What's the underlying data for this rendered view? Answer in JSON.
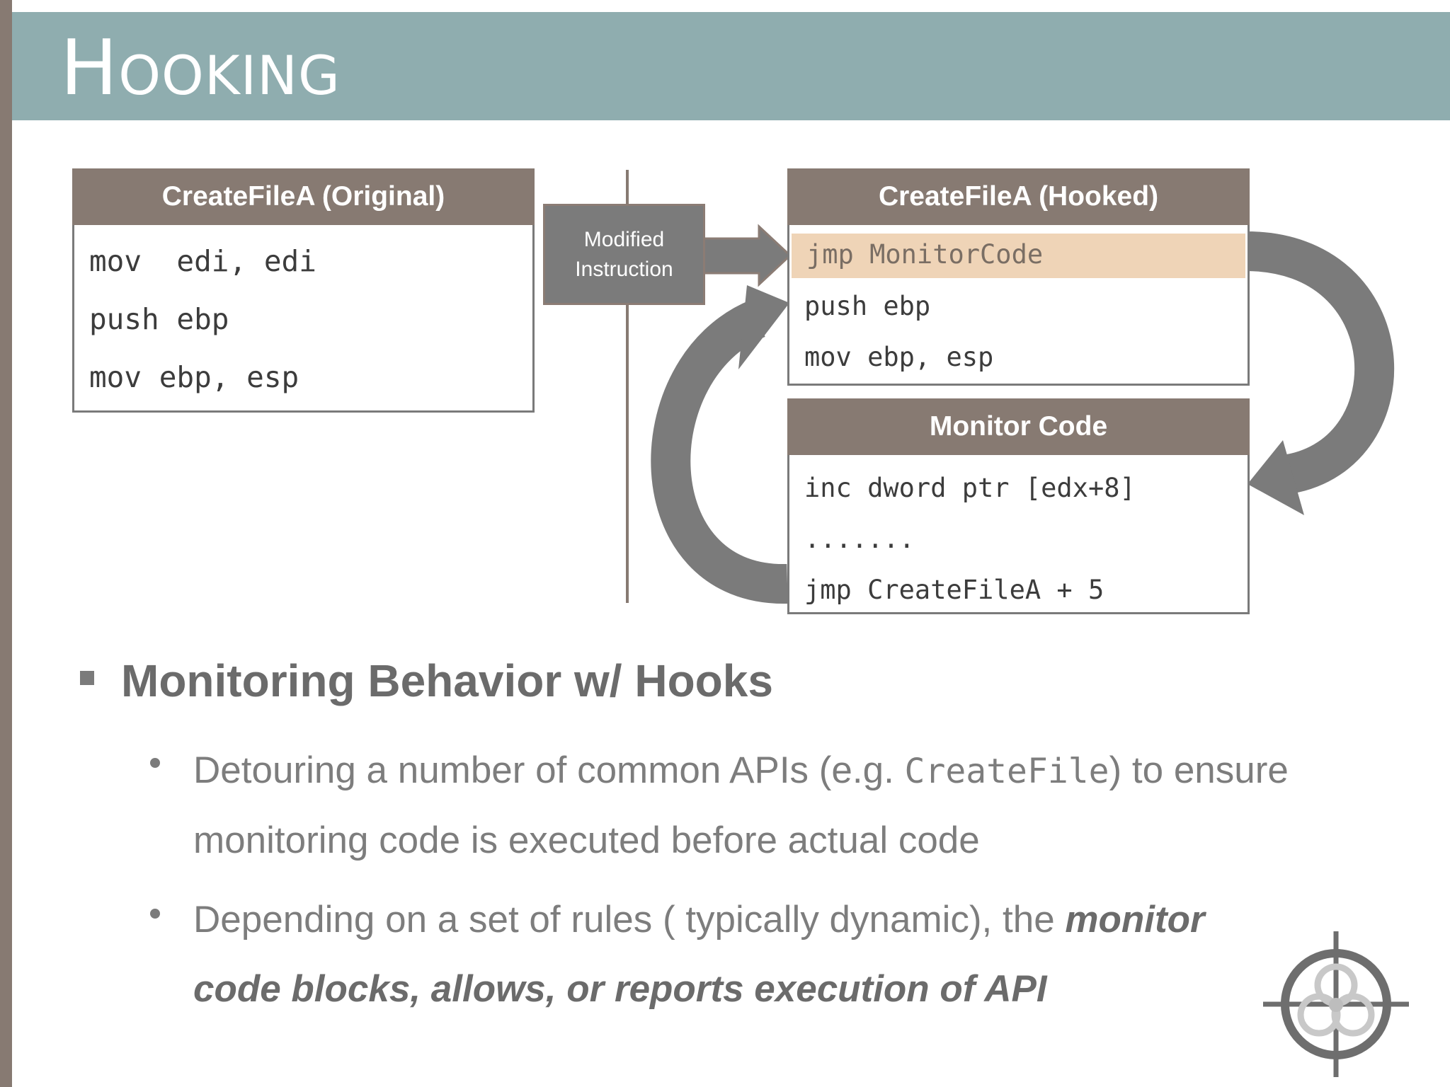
{
  "slide": {
    "title": "Hooking"
  },
  "original_box": {
    "header": "CreateFileA (Original)",
    "lines": [
      "mov  edi, edi",
      "push ebp",
      "mov ebp, esp"
    ]
  },
  "modified_label": {
    "line1": "Modified",
    "line2": "Instruction"
  },
  "hooked_box": {
    "header": "CreateFileA (Hooked)",
    "lines": [
      "jmp MonitorCode",
      "push ebp",
      "mov ebp, esp"
    ]
  },
  "monitor_box": {
    "header": "Monitor Code",
    "lines": [
      "inc dword ptr [edx+8]",
      ".......",
      "jmp CreateFileA + 5"
    ]
  },
  "bullets": {
    "main": "Monitoring Behavior w/ Hooks",
    "sub1_part1": "Detouring a number of common APIs (e.g. ",
    "sub1_code": "CreateFile",
    "sub1_part2": ") to ensure monitoring code is executed before actual code",
    "sub2_part1": "Depending on a set of rules ( typically dynamic), the ",
    "sub2_emphasis": "monitor code blocks, allows, or reports execution of API"
  },
  "colors": {
    "title_bar": "#8fadaf",
    "header_fill": "#877a72",
    "highlight": "#efd4b7",
    "arrow": "#7b7b7b"
  },
  "icons": {
    "logo": "biohazard-crosshair-icon"
  }
}
